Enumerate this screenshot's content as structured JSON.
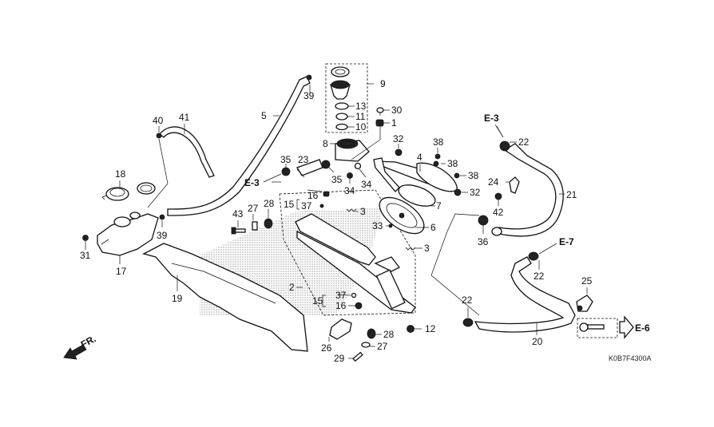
{
  "diagram": {
    "title": "Radiator / Cooling System Parts Diagram",
    "diagram_code": "K0B7F4300A",
    "direction_label": "FR.",
    "references": [
      {
        "id": "ref-e3-top",
        "text": "E-3"
      },
      {
        "id": "ref-e3-left",
        "text": "E-3"
      },
      {
        "id": "ref-e7",
        "text": "E-7"
      },
      {
        "id": "ref-e6",
        "text": "E-6"
      }
    ],
    "callouts": [
      {
        "id": "c1",
        "text": "1"
      },
      {
        "id": "c2",
        "text": "2"
      },
      {
        "id": "c3a",
        "text": "3"
      },
      {
        "id": "c3b",
        "text": "3"
      },
      {
        "id": "c4",
        "text": "4"
      },
      {
        "id": "c5",
        "text": "5"
      },
      {
        "id": "c6",
        "text": "6"
      },
      {
        "id": "c7",
        "text": "7"
      },
      {
        "id": "c8",
        "text": "8"
      },
      {
        "id": "c9",
        "text": "9"
      },
      {
        "id": "c10",
        "text": "10"
      },
      {
        "id": "c11",
        "text": "11"
      },
      {
        "id": "c12",
        "text": "12"
      },
      {
        "id": "c13",
        "text": "13"
      },
      {
        "id": "c15a",
        "text": "15"
      },
      {
        "id": "c15b",
        "text": "15"
      },
      {
        "id": "c16a",
        "text": "16"
      },
      {
        "id": "c16b",
        "text": "16"
      },
      {
        "id": "c17",
        "text": "17"
      },
      {
        "id": "c18",
        "text": "18"
      },
      {
        "id": "c19",
        "text": "19"
      },
      {
        "id": "c20",
        "text": "20"
      },
      {
        "id": "c21",
        "text": "21"
      },
      {
        "id": "c22a",
        "text": "22"
      },
      {
        "id": "c22b",
        "text": "22"
      },
      {
        "id": "c22c",
        "text": "22"
      },
      {
        "id": "c23",
        "text": "23"
      },
      {
        "id": "c24",
        "text": "24"
      },
      {
        "id": "c25",
        "text": "25"
      },
      {
        "id": "c26",
        "text": "26"
      },
      {
        "id": "c27a",
        "text": "27"
      },
      {
        "id": "c27b",
        "text": "27"
      },
      {
        "id": "c28a",
        "text": "28"
      },
      {
        "id": "c28b",
        "text": "28"
      },
      {
        "id": "c29",
        "text": "29"
      },
      {
        "id": "c30",
        "text": "30"
      },
      {
        "id": "c31",
        "text": "31"
      },
      {
        "id": "c32a",
        "text": "32"
      },
      {
        "id": "c32b",
        "text": "32"
      },
      {
        "id": "c33",
        "text": "33"
      },
      {
        "id": "c34a",
        "text": "34"
      },
      {
        "id": "c34b",
        "text": "34"
      },
      {
        "id": "c35a",
        "text": "35"
      },
      {
        "id": "c35b",
        "text": "35"
      },
      {
        "id": "c36",
        "text": "36"
      },
      {
        "id": "c37a",
        "text": "37"
      },
      {
        "id": "c37b",
        "text": "37"
      },
      {
        "id": "c38a",
        "text": "38"
      },
      {
        "id": "c38b",
        "text": "38"
      },
      {
        "id": "c38c",
        "text": "38"
      },
      {
        "id": "c39a",
        "text": "39"
      },
      {
        "id": "c39b",
        "text": "39"
      },
      {
        "id": "c40",
        "text": "40"
      },
      {
        "id": "c41",
        "text": "41"
      },
      {
        "id": "c42",
        "text": "42"
      },
      {
        "id": "c43",
        "text": "43"
      }
    ]
  }
}
